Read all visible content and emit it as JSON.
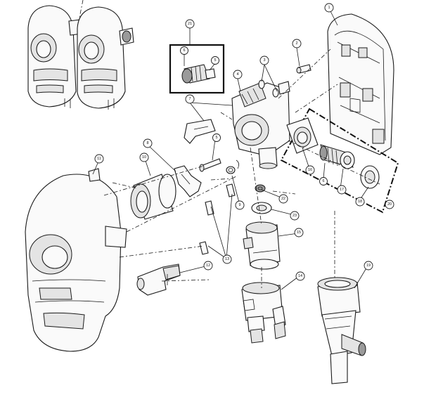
{
  "callouts": [
    {
      "id": "c1",
      "label": "1"
    },
    {
      "id": "c2",
      "label": "2"
    },
    {
      "id": "c3",
      "label": "3"
    },
    {
      "id": "c4",
      "label": "4"
    },
    {
      "id": "c5",
      "label": "5"
    },
    {
      "id": "c6",
      "label": "6"
    },
    {
      "id": "c7",
      "label": "7"
    },
    {
      "id": "c8",
      "label": "8"
    },
    {
      "id": "c9",
      "label": "9"
    },
    {
      "id": "c10",
      "label": "10"
    },
    {
      "id": "c11",
      "label": "11"
    },
    {
      "id": "c12",
      "label": "12"
    },
    {
      "id": "c13",
      "label": "13"
    },
    {
      "id": "c14",
      "label": "14"
    },
    {
      "id": "c15",
      "label": "15"
    },
    {
      "id": "c16",
      "label": "16"
    },
    {
      "id": "c17",
      "label": "17"
    },
    {
      "id": "c18",
      "label": "18"
    },
    {
      "id": "c19",
      "label": "19"
    },
    {
      "id": "c20",
      "label": "20"
    },
    {
      "id": "c21",
      "label": "21"
    },
    {
      "id": "c22",
      "label": "22"
    },
    {
      "id": "c23",
      "label": "23"
    },
    {
      "id": "c5b",
      "label": "5"
    },
    {
      "id": "c6b",
      "label": "6"
    },
    {
      "id": "c6c",
      "label": "6"
    }
  ]
}
